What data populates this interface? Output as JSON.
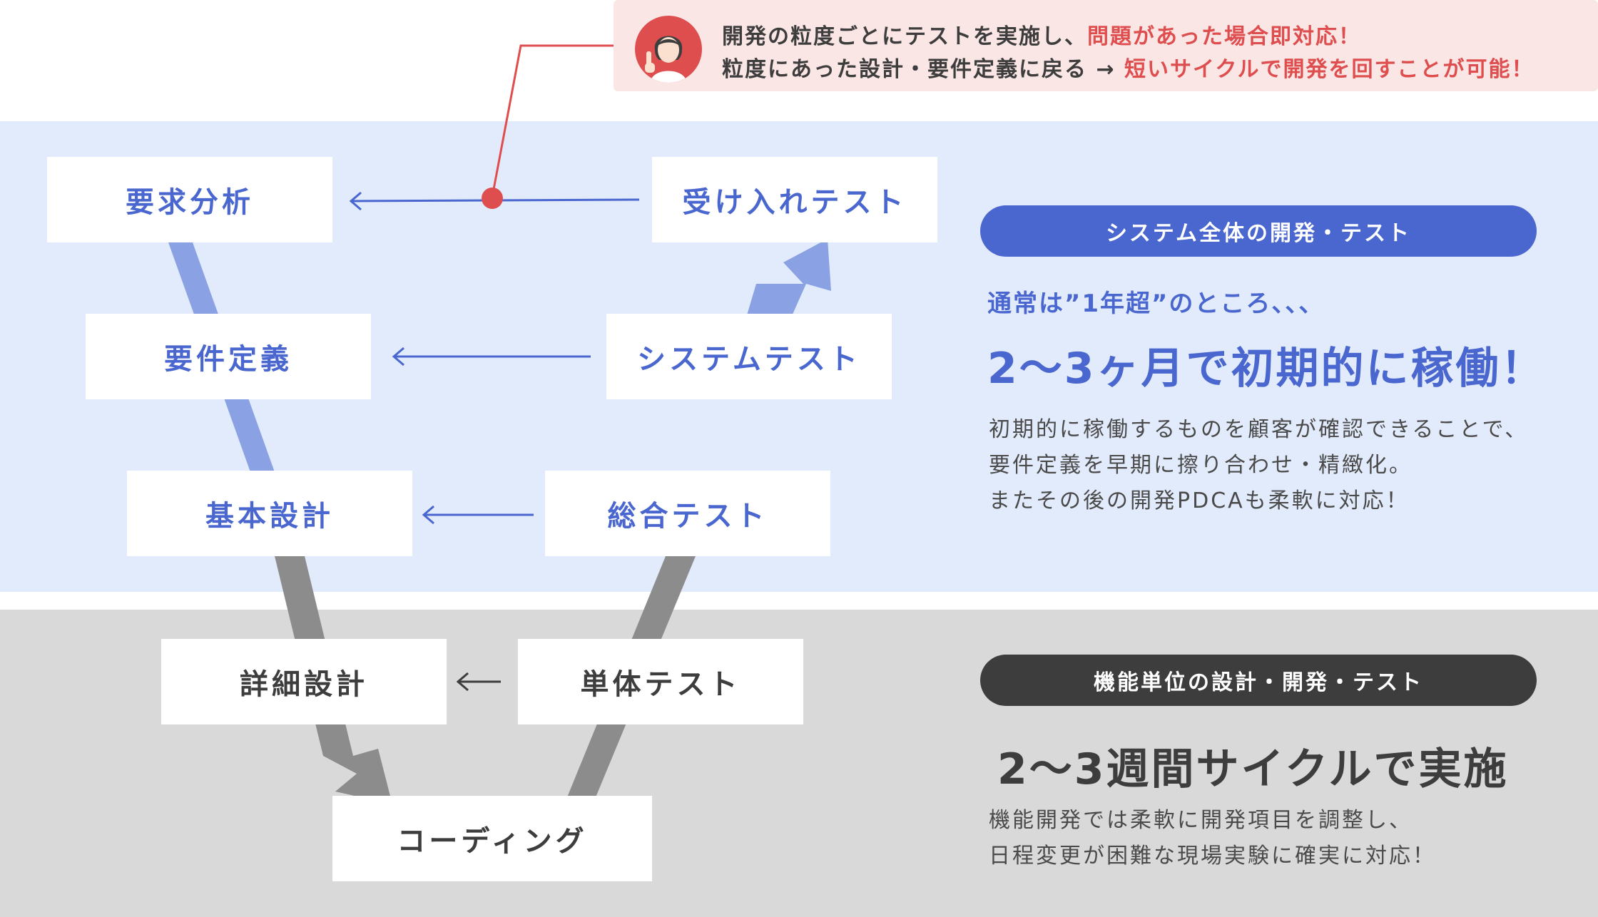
{
  "callout": {
    "line1_prefix": "開発の粒度ごとにテストを実施し、",
    "line1_highlight": "問題があった場合即対応！",
    "line2_prefix": "粒度にあった設計・要件定義に戻る → ",
    "line2_highlight": "短いサイクルで開発を回すことが可能！"
  },
  "v_model": {
    "left": {
      "requirements_analysis": "要求分析",
      "requirements_definition": "要件定義",
      "basic_design": "基本設計",
      "detailed_design": "詳細設計"
    },
    "bottom": {
      "coding": "コーディング"
    },
    "right": {
      "acceptance_test": "受け入れテスト",
      "system_test": "システムテスト",
      "integration_test": "総合テスト",
      "unit_test": "単体テスト"
    }
  },
  "system_panel": {
    "pill": "システム全体の開発・テスト",
    "subhead": "通常は”1年超”のところ、、、",
    "headline": "2〜3ヶ月で初期的に稼働！",
    "body": [
      "初期的に稼働するものを顧客が確認できることで、",
      "要件定義を早期に擦り合わせ・精緻化。",
      "またその後の開発PDCAも柔軟に対応！"
    ]
  },
  "feature_panel": {
    "pill": "機能単位の設計・開発・テスト",
    "headline": "2〜3週間サイクルで実施",
    "body": [
      "機能開発では柔軟に開発項目を調整し、",
      "日程変更が困難な現場実験に確実に対応！"
    ]
  },
  "colors": {
    "accent_blue": "#4a66cf",
    "light_blue_arrow": "#8aa2e4",
    "gray_arrow": "#8c8c8c",
    "alert_red": "#de4e4e",
    "dark_text": "#3d3d3d"
  }
}
